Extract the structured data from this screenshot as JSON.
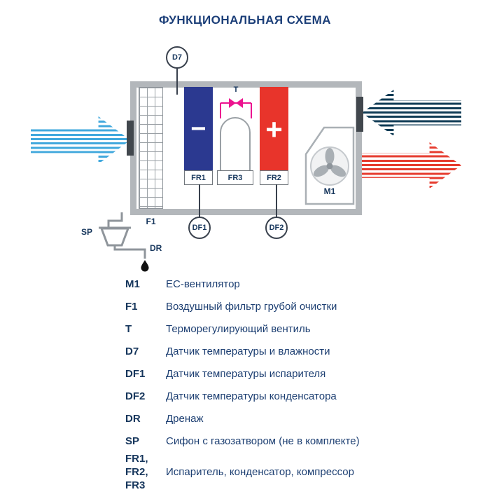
{
  "title": "ФУНКЦИОНАЛЬНАЯ СХЕМА",
  "colors": {
    "title_text": "#1b3e78",
    "supply_air_arrow": "#41a8dd",
    "return_air_arrow": "#0f3b55",
    "exhaust_air_arrow": "#e63b2e",
    "evaporator_block": "#2b3990",
    "condenser_block": "#e8342b",
    "expansion_valve": "#ec138f",
    "housing_frame": "#b3b7bb"
  },
  "diagram": {
    "sensor_top": "D7",
    "valve_label": "T",
    "filter_label": "F1",
    "evaporator_sign": "−",
    "condenser_sign": "+",
    "fr1": "FR1",
    "fr3": "FR3",
    "fr2": "FR2",
    "fan_label": "M1",
    "df1": "DF1",
    "df2": "DF2",
    "sp": "SP",
    "dr": "DR"
  },
  "legend": {
    "items": [
      {
        "code": "M1",
        "desc": "EC-вентилятор"
      },
      {
        "code": "F1",
        "desc": "Воздушный фильтр грубой очистки"
      },
      {
        "code": "T",
        "desc": "Терморегулирующий вентиль"
      },
      {
        "code": "D7",
        "desc": "Датчик температуры и влажности"
      },
      {
        "code": "DF1",
        "desc": "Датчик температуры испарителя"
      },
      {
        "code": "DF2",
        "desc": "Датчик температуры конденсатора"
      },
      {
        "code": "DR",
        "desc": "Дренаж"
      },
      {
        "code": "SP",
        "desc": "Сифон с газозатвором (не в комплекте)"
      },
      {
        "code": "FR1,\nFR2,\nFR3",
        "desc": "Испаритель, конденсатор, компрессор"
      }
    ]
  }
}
